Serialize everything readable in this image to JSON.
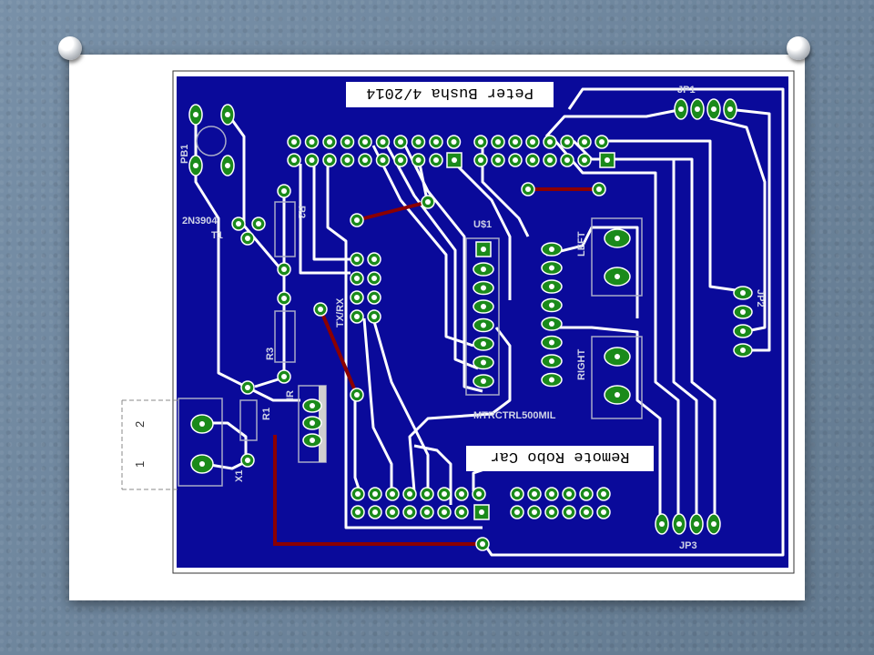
{
  "board": {
    "author_label": "Peter Busha 4/2014",
    "title_label": "Remote Robo Car",
    "colors": {
      "background": "#6e86a0",
      "board": "#0a0a9a",
      "trace": "#ffffff",
      "pad": "#1a8a1a",
      "jumper": "#8b0000",
      "silkscreen": "#cfd3e6"
    }
  },
  "labels": {
    "pb1": "PB1",
    "transistor": "2N3904",
    "t1": "T1",
    "r2": "R2",
    "r3": "R3",
    "r1": "R1",
    "x1": "X1",
    "txrx": "TX/RX",
    "ir": "IR",
    "u1": "U$1",
    "motor_ctrl": "MTRCTRL500MIL",
    "left": "LEFT",
    "right": "RIGHT",
    "jp1": "JP1",
    "jp2": "JP2",
    "jp3": "JP3",
    "pin_2": "2",
    "pin_1": "1"
  }
}
